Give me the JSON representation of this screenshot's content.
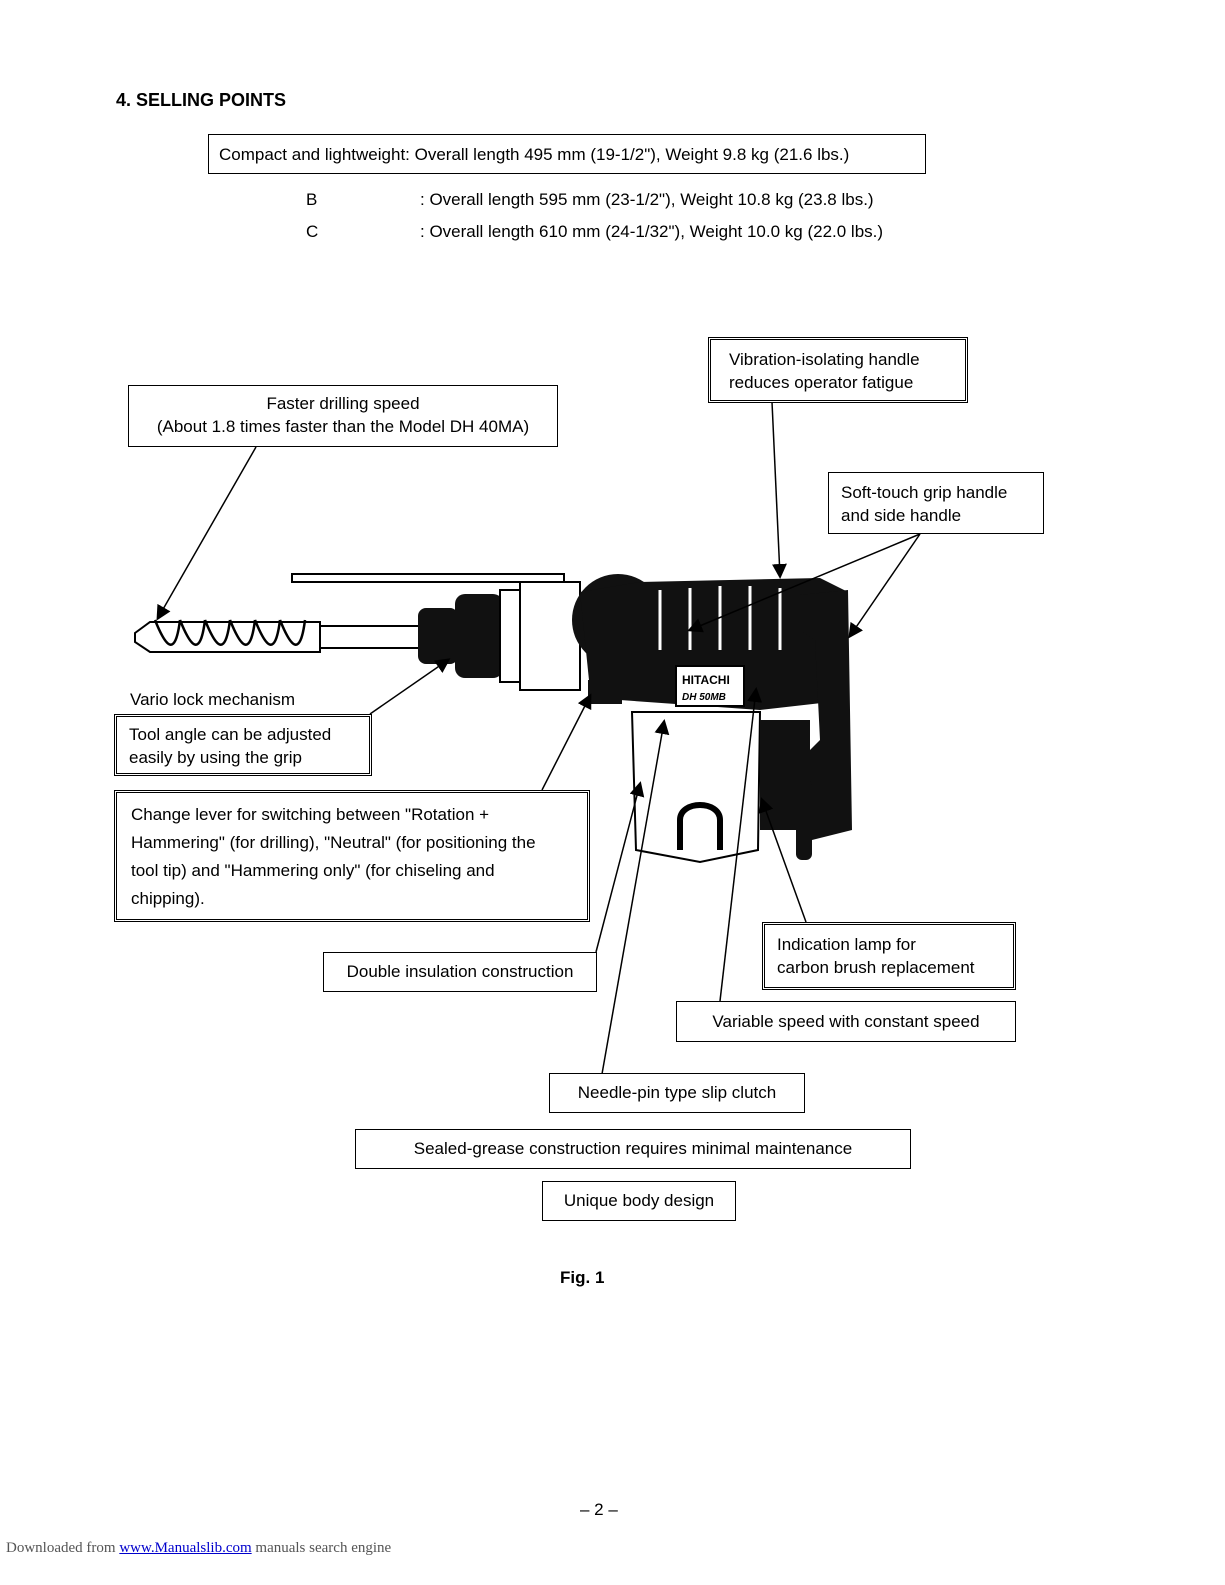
{
  "heading": "4. SELLING POINTS",
  "specs": {
    "main": "Compact and lightweight: Overall length 495 mm (19-1/2\"), Weight 9.8 kg (21.6 lbs.)",
    "rows": [
      {
        "model": "B",
        "detail": ": Overall length 595 mm (23-1/2\"), Weight 10.8 kg (23.8  lbs.)"
      },
      {
        "model": "C",
        "detail": ": Overall length 610 mm (24-1/32\"), Weight 10.0 kg (22.0 lbs.)"
      }
    ]
  },
  "callouts": {
    "faster_drilling": [
      "Faster drilling speed",
      "(About 1.8 times faster than the Model DH 40MA)"
    ],
    "vibration": [
      "Vibration-isolating handle",
      "reduces operator fatigue"
    ],
    "soft_touch": [
      "Soft-touch grip handle",
      "and side handle"
    ],
    "vario_lock_title": "Vario lock mechanism",
    "tool_angle": [
      "Tool angle can be adjusted",
      "easily by using the grip"
    ],
    "change_lever": [
      "Change lever for switching between \"Rotation +",
      "Hammering\" (for drilling), \"Neutral\" (for positioning the",
      "tool tip) and \"Hammering only\" (for chiseling and",
      "chipping)."
    ],
    "double_insulation": "Double insulation construction",
    "indication_lamp": [
      "Indication lamp for",
      "carbon brush replacement"
    ],
    "variable_speed": "Variable speed with constant speed",
    "needle_pin": "Needle-pin type slip clutch",
    "sealed_grease": "Sealed-grease construction requires minimal maintenance",
    "unique_body": "Unique body design"
  },
  "tool_branding": {
    "brand": "HITACHI",
    "model": "DH 50MB"
  },
  "figure_caption": "Fig. 1",
  "page_number": "– 2 –",
  "footer": {
    "prefix": "Downloaded from ",
    "link": "www.Manualslib.com",
    "suffix": "  manuals search engine"
  }
}
